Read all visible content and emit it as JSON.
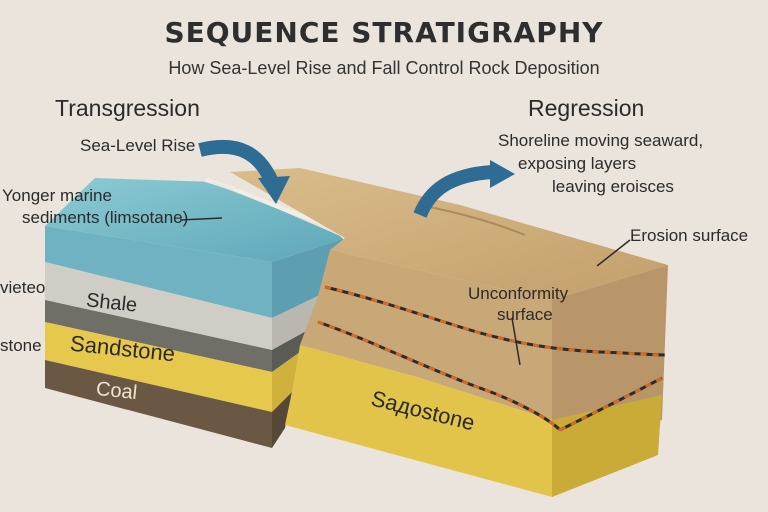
{
  "title": "SEQUENCE STRATIGRAPHY",
  "subtitle": "How Sea-Level Rise and Fall Control Rock Deposition",
  "transgression": {
    "heading": "Transgression",
    "sea_level_label": "Sea-Level Rise",
    "marine_label_line1": "Yonger marine",
    "marine_label_line2": "sediments (limsotane)",
    "side_label_1": "vieteo",
    "side_label_2": "stone",
    "layers": [
      "Shale",
      "Sandstone",
      "Coal"
    ]
  },
  "regression": {
    "heading": "Regression",
    "shoreline_line1": "Shoreline moving seaward,",
    "shoreline_line2": "exposing layers",
    "shoreline_line3": "leaving eroisces",
    "erosion_label": "Erosion surface",
    "unconformity_line1": "Unconformity",
    "unconformity_line2": "surface",
    "sandstone_label": "Saдostone"
  },
  "colors": {
    "water": "#6fb3c3",
    "shale": "#c9c7bf",
    "dark_layer": "#6d6d66",
    "sandstone": "#e6c84c",
    "coal": "#5a4a3a",
    "sediment": "#c7a676",
    "arrow": "#2f6c93",
    "unconformity": "#d36a2a"
  },
  "icons": [
    "curved-arrow-down-icon",
    "curved-arrow-up-icon"
  ]
}
